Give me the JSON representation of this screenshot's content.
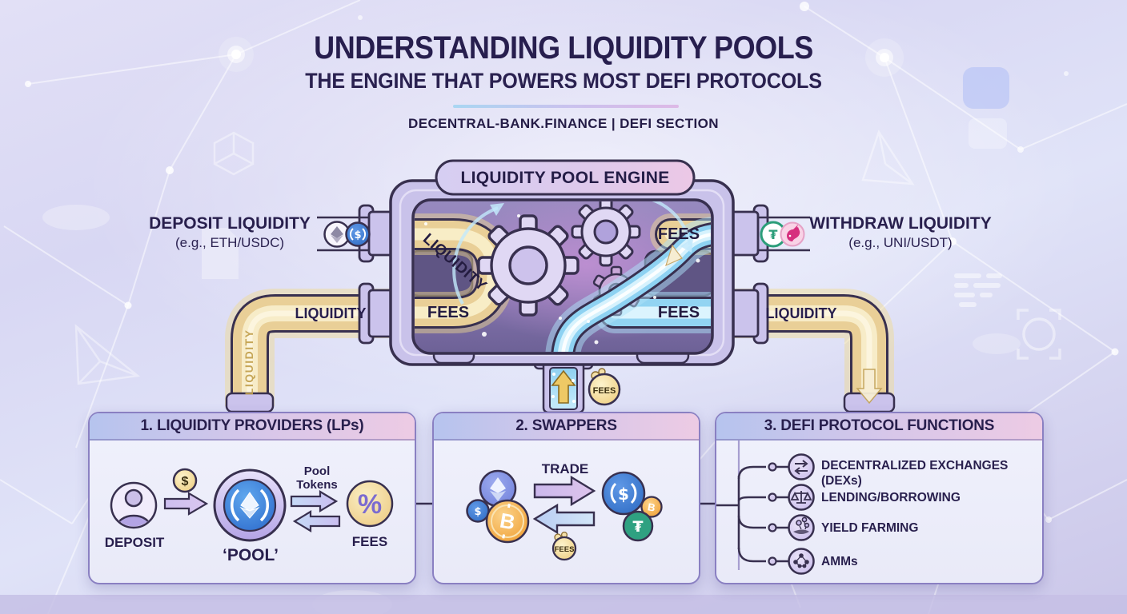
{
  "header": {
    "title": "UNDERSTANDING LIQUIDITY POOLS",
    "subtitle": "THE ENGINE THAT POWERS MOST DEFI PROTOCOLS",
    "source": "DECENTRAL-BANK.FINANCE | DEFI SECTION"
  },
  "engine": {
    "title": "LIQUIDITY POOL ENGINE",
    "screen_liquidity_in": "LIQUIDITY",
    "screen_fees_left": "FEES",
    "screen_fees_top_right": "FEES",
    "screen_fees_bottom_right": "FEES"
  },
  "deposit": {
    "title": "DEPOSIT LIQUIDITY",
    "example": "(e.g., ETH/USDC)"
  },
  "withdraw": {
    "title": "WITHDRAW LIQUIDITY",
    "example": "(e.g., UNI/USDT)"
  },
  "pipes": {
    "left_vertical_label": "LIQUIDITY",
    "left_horizontal_label": "LIQUIDITY",
    "right_horizontal_label": "LIQUIDITY",
    "fees_coin_label": "FEES"
  },
  "cards": {
    "lps": {
      "title": "1. LIQUIDITY PROVIDERS (LPs)",
      "deposit_label": "DEPOSIT",
      "pool_label": "‘POOL’",
      "pool_tokens_line1": "Pool",
      "pool_tokens_line2": "Tokens",
      "fees_label": "FEES"
    },
    "swappers": {
      "title": "2. SWAPPERS",
      "trade_label": "TRADE",
      "fees_coin_label": "FEES"
    },
    "functions": {
      "title": "3. DEFI PROTOCOL FUNCTIONS",
      "items": [
        {
          "label": "DECENTRALIZED EXCHANGES",
          "label2": "(DEXs)",
          "icon": "swap-arrows-icon"
        },
        {
          "label": "LENDING/BORROWING",
          "icon": "scale-icon"
        },
        {
          "label": "YIELD FARMING",
          "icon": "yield-icon"
        },
        {
          "label": "AMMs",
          "icon": "amm-icon"
        }
      ]
    }
  },
  "coins": {
    "dollar": "$",
    "percent": "%",
    "usdc_symbol": "$",
    "tether_symbol": "₮",
    "bitcoin_symbol": "B"
  },
  "colors": {
    "navy_text": "#281f4d",
    "machine_outline": "#38304f",
    "machine_body": "#c9c2ea",
    "gold_pipe": "#ead197",
    "glow_blue": "#92d4f2",
    "card_border": "#8a80c2",
    "header_gradient_left": "#b6c4ee",
    "header_gradient_right": "#edcbe4",
    "usdc_blue": "#2f6cc4",
    "tether_green": "#2b9d79",
    "bitcoin_orange": "#ef9a2b",
    "uniswap_pink": "#d62f7e"
  }
}
